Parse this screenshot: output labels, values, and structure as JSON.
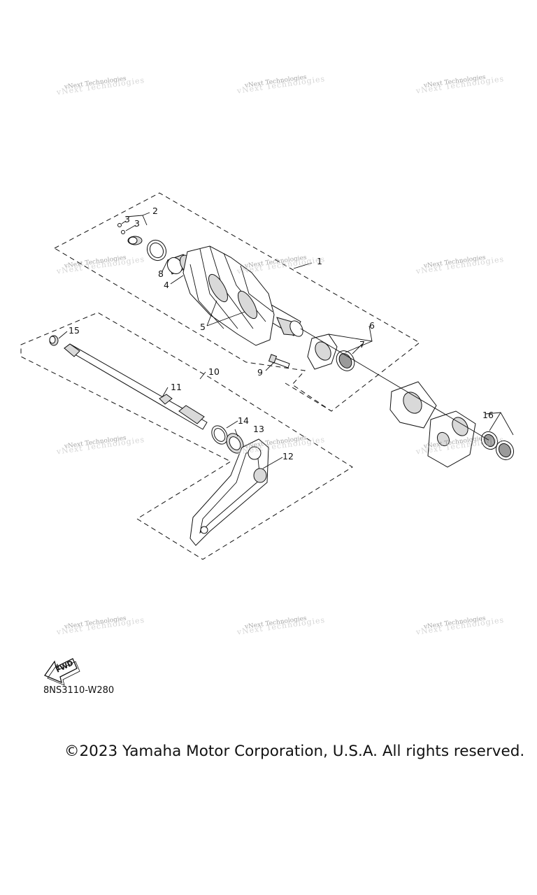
{
  "diagram": {
    "code": "8NS3110-W280",
    "copyright": "©2023 Yamaha Motor Corporation, U.S.A. All rights reserved.",
    "fwd_label": "FWD",
    "watermark": "vNext Technologies",
    "callouts": [
      "1",
      "2",
      "3",
      "3",
      "4",
      "5",
      "6",
      "7",
      "8",
      "9",
      "10",
      "11",
      "12",
      "13",
      "14",
      "15",
      "16"
    ]
  }
}
